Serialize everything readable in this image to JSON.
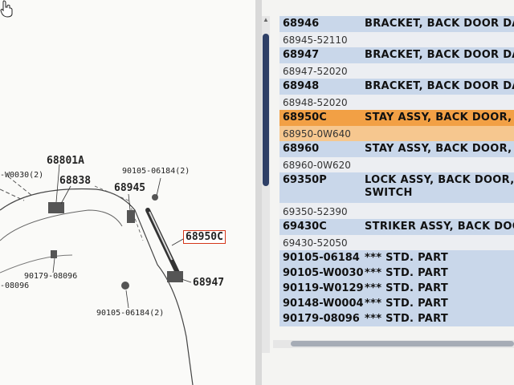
{
  "diagram": {
    "callouts": {
      "w0030": "-W0030(2)",
      "p68801a": "68801A",
      "p68838": "68838",
      "p90105_top": "90105-06184(2)",
      "p68945": "68945",
      "p68950c": "68950C",
      "p90179": "90179-08096",
      "p096": "-08096",
      "p68947": "68947",
      "p90105_bot": "90105-06184(2)"
    }
  },
  "parts": [
    {
      "pn": "68946",
      "sub": "68945-52110",
      "desc": "BRACKET, BACK DOOR DA"
    },
    {
      "pn": "68947",
      "sub": "68947-52020",
      "desc": "BRACKET, BACK DOOR DA"
    },
    {
      "pn": "68948",
      "sub": "68948-52020",
      "desc": "BRACKET, BACK DOOR DA"
    },
    {
      "pn": "68950C",
      "sub": "68950-0W640",
      "desc": "STAY ASSY, BACK DOOR,"
    },
    {
      "pn": "68960",
      "sub": "68960-0W620",
      "desc": "STAY ASSY, BACK DOOR, I"
    },
    {
      "pn": "69350P",
      "sub": "69350-52390",
      "desc": "LOCK ASSY, BACK DOOR,",
      "desc2": "SWITCH"
    },
    {
      "pn": "69430C",
      "sub": "69430-52050",
      "desc": "STRIKER ASSY, BACK DOO"
    }
  ],
  "std_parts": [
    {
      "pn": "90105-06184",
      "desc": "*** STD. PART"
    },
    {
      "pn": "90105-W0030",
      "desc": "*** STD. PART"
    },
    {
      "pn": "90119-W0129",
      "desc": "*** STD. PART"
    },
    {
      "pn": "90148-W0004",
      "desc": "*** STD. PART"
    },
    {
      "pn": "90179-08096",
      "desc": "*** STD. PART"
    }
  ],
  "colors": {
    "row_band": "#c9d7ea",
    "selected_row": "#f2a045",
    "callout_highlight": "#d4361a",
    "scroll_thumb": "#2e3f66"
  },
  "icons": {
    "cursor": "hand-pointer-icon",
    "scroll_up": "triangle-up-icon"
  }
}
